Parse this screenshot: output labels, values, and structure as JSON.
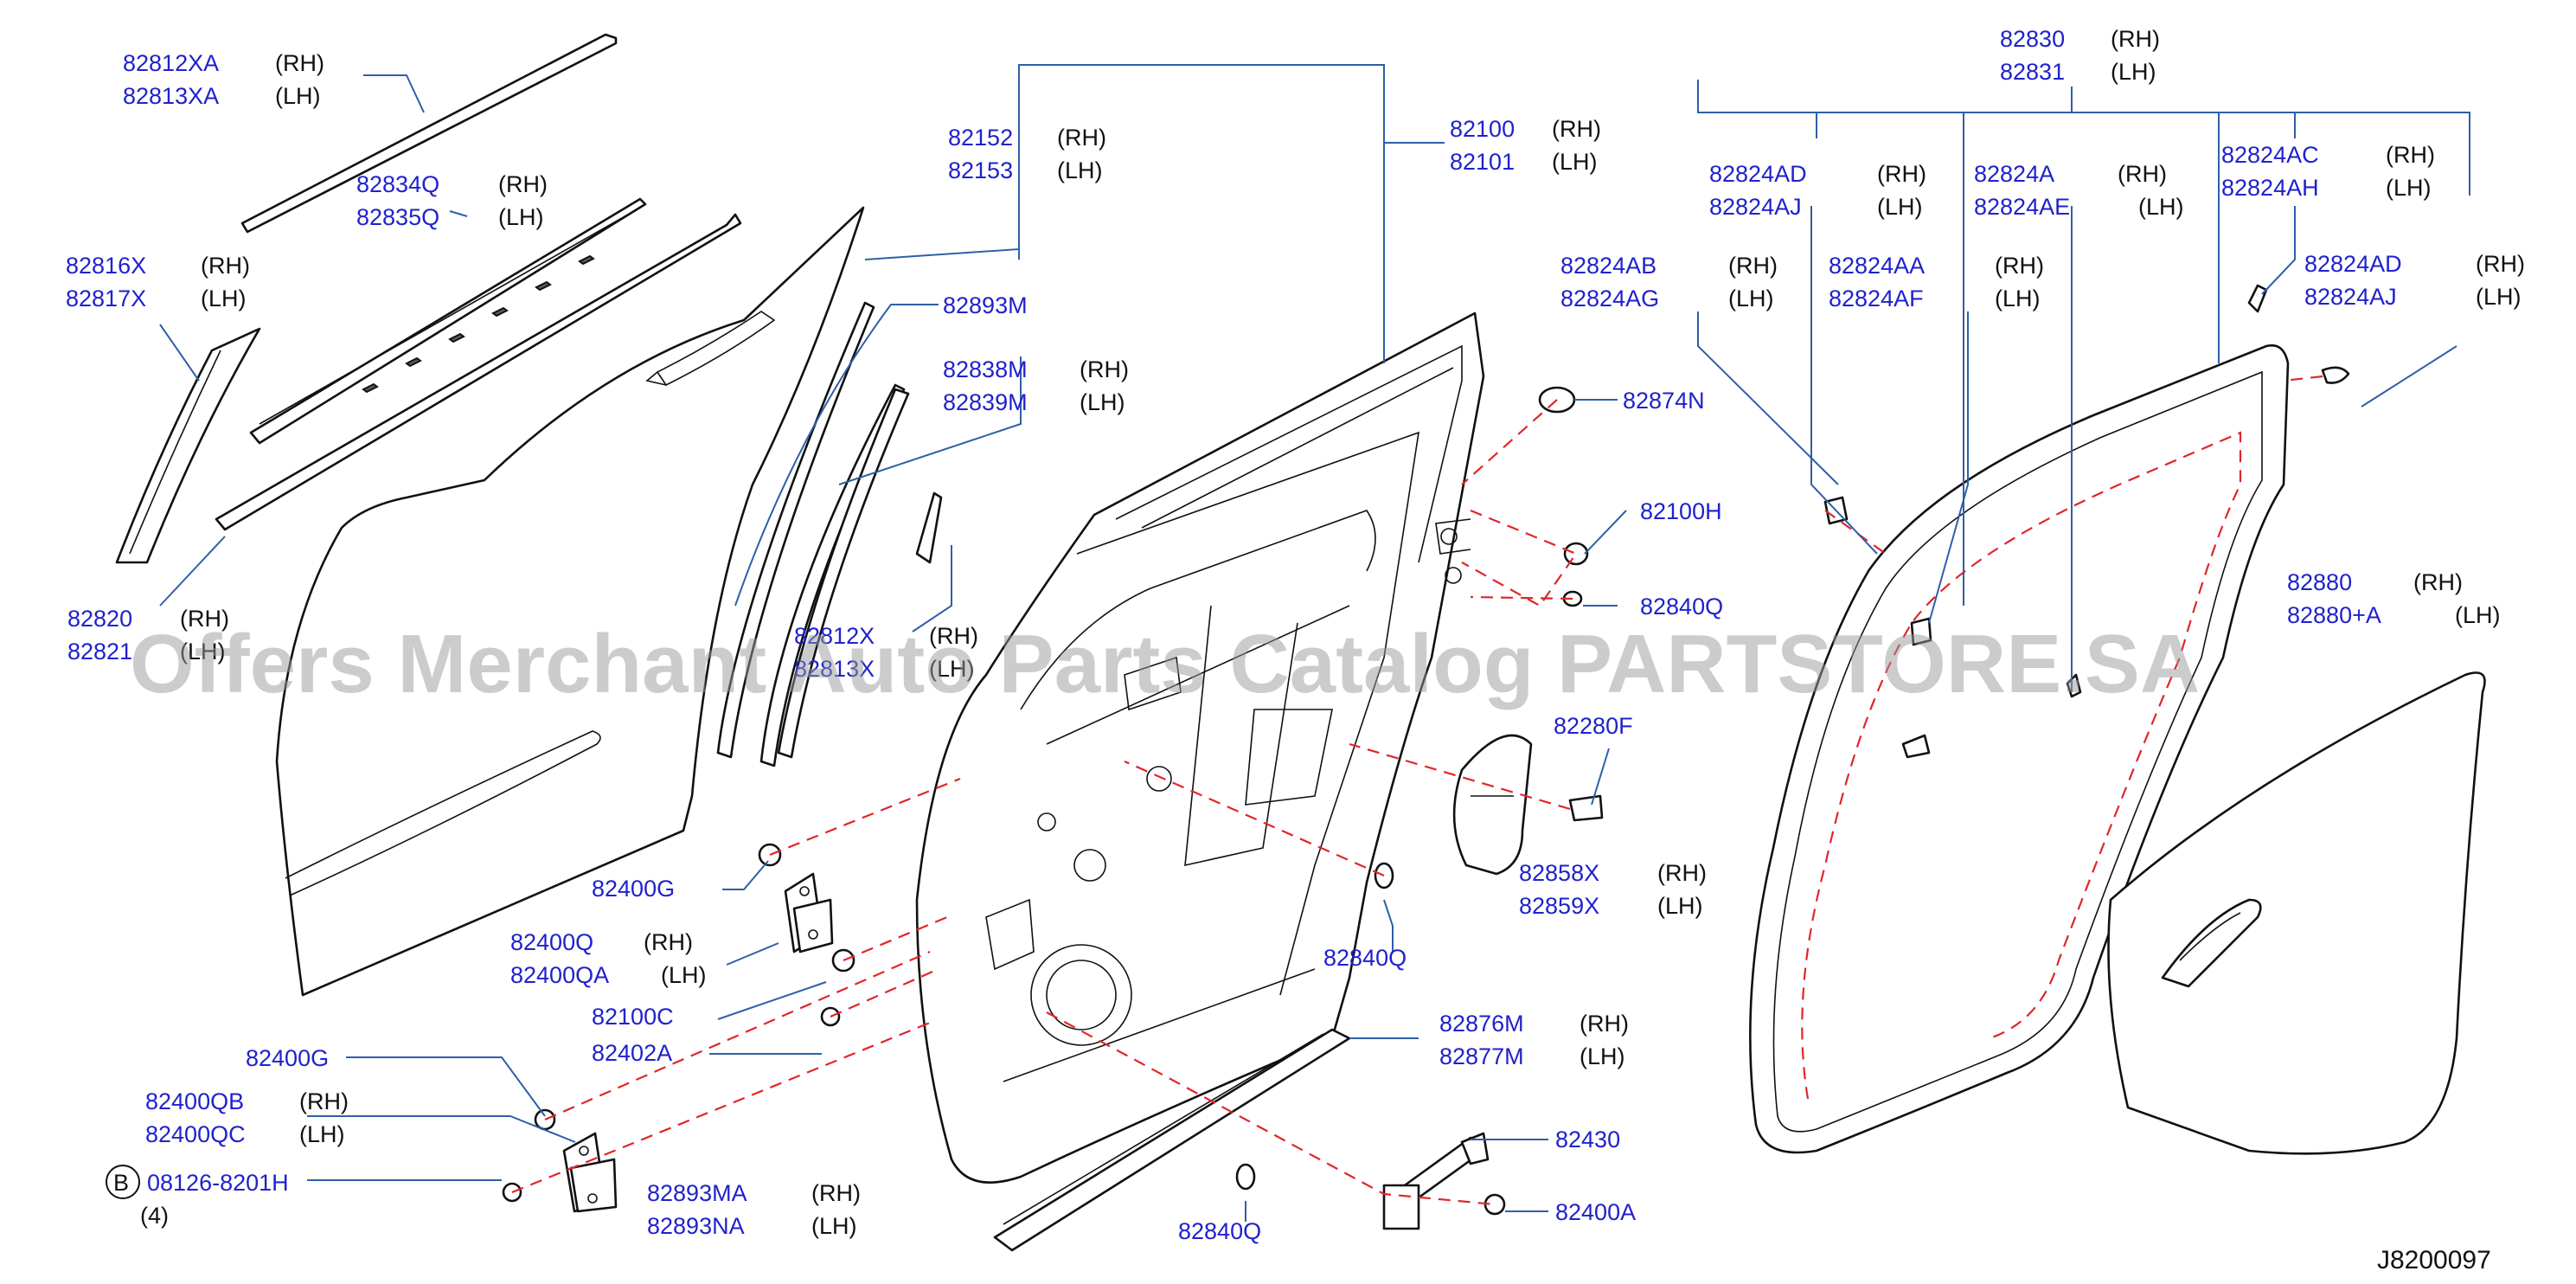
{
  "callouts": [
    {
      "id": "c1",
      "pn": [
        "82812XA",
        "82813XA"
      ],
      "side": [
        "(RH)",
        "(LH)"
      ]
    },
    {
      "id": "c2",
      "pn": [
        "82834Q",
        "82835Q"
      ],
      "side": [
        "(RH)",
        "(LH)"
      ]
    },
    {
      "id": "c3",
      "pn": [
        "82816X",
        "82817X"
      ],
      "side": [
        "(RH)",
        "(LH)"
      ]
    },
    {
      "id": "c4",
      "pn": [
        "82820",
        "82821"
      ],
      "side": [
        "(RH)",
        "(LH)"
      ]
    },
    {
      "id": "c5",
      "pn": [
        "82152",
        "82153"
      ],
      "side": [
        "(RH)",
        "(LH)"
      ]
    },
    {
      "id": "c6",
      "pn": [
        "82100",
        "82101"
      ],
      "side": [
        "(RH)",
        "(LH)"
      ]
    },
    {
      "id": "c7",
      "pn": [
        "82893M"
      ],
      "side": []
    },
    {
      "id": "c8",
      "pn": [
        "82838M",
        "82839M"
      ],
      "side": [
        "(RH)",
        "(LH)"
      ]
    },
    {
      "id": "c9",
      "pn": [
        "82812X",
        "82813X"
      ],
      "side": [
        "(RH)",
        "(LH)"
      ]
    },
    {
      "id": "c10",
      "pn": [
        "82874N"
      ],
      "side": []
    },
    {
      "id": "c11",
      "pn": [
        "82100H"
      ],
      "side": []
    },
    {
      "id": "c12",
      "pn": [
        "82840Q"
      ],
      "side": []
    },
    {
      "id": "c13",
      "pn": [
        "82280F"
      ],
      "side": []
    },
    {
      "id": "c14",
      "pn": [
        "82858X",
        "82859X"
      ],
      "side": [
        "(RH)",
        "(LH)"
      ]
    },
    {
      "id": "c15",
      "pn": [
        "82840Q"
      ],
      "side": []
    },
    {
      "id": "c16",
      "pn": [
        "82400G"
      ],
      "side": []
    },
    {
      "id": "c17",
      "pn": [
        "82400Q",
        "82400QA"
      ],
      "side": [
        "(RH)",
        "(LH)"
      ]
    },
    {
      "id": "c18",
      "pn": [
        "82100C"
      ],
      "side": []
    },
    {
      "id": "c19",
      "pn": [
        "82402A"
      ],
      "side": []
    },
    {
      "id": "c20",
      "pn": [
        "82876M",
        "82877M"
      ],
      "side": [
        "(RH)",
        "(LH)"
      ]
    },
    {
      "id": "c21",
      "pn": [
        "82400G"
      ],
      "side": []
    },
    {
      "id": "c22",
      "pn": [
        "82400QB",
        "82400QC"
      ],
      "side": [
        "(RH)",
        "(LH)"
      ]
    },
    {
      "id": "c23",
      "pn": [
        "08126-8201H"
      ],
      "side": [],
      "qty": "(4)",
      "prefix": "B"
    },
    {
      "id": "c24",
      "pn": [
        "82893MA",
        "82893NA"
      ],
      "side": [
        "(RH)",
        "(LH)"
      ]
    },
    {
      "id": "c25",
      "pn": [
        "82840Q"
      ],
      "side": []
    },
    {
      "id": "c26",
      "pn": [
        "82430"
      ],
      "side": []
    },
    {
      "id": "c27",
      "pn": [
        "82400A"
      ],
      "side": []
    },
    {
      "id": "c28",
      "pn": [
        "82830",
        "82831"
      ],
      "side": [
        "(RH)",
        "(LH)"
      ]
    },
    {
      "id": "c29",
      "pn": [
        "82824AD",
        "82824AJ"
      ],
      "side": [
        "(RH)",
        "(LH)"
      ]
    },
    {
      "id": "c30",
      "pn": [
        "82824A",
        "82824AE"
      ],
      "side": [
        "(RH)",
        "(LH)"
      ]
    },
    {
      "id": "c31",
      "pn": [
        "82824AC",
        "82824AH"
      ],
      "side": [
        "(RH)",
        "(LH)"
      ]
    },
    {
      "id": "c32",
      "pn": [
        "82824AB",
        "82824AG"
      ],
      "side": [
        "(RH)",
        "(LH)"
      ]
    },
    {
      "id": "c33",
      "pn": [
        "82824AA",
        "82824AF"
      ],
      "side": [
        "(RH)",
        "(LH)"
      ]
    },
    {
      "id": "c34",
      "pn": [
        "82824AD",
        "82824AJ"
      ],
      "side": [
        "(RH)",
        "(LH)"
      ]
    },
    {
      "id": "c35",
      "pn": [
        "82880",
        "82880+A"
      ],
      "side": [
        "(RH)",
        "(LH)"
      ]
    }
  ],
  "diagram_code": "J8200097",
  "watermark": "Offers Merchant Auto Parts Catalog PARTSTORE.SA",
  "colors": {
    "part_number": "#1f22cc",
    "leader": "#2f5fa8",
    "dashed": "#e0262a",
    "line": "#111111",
    "watermark": "#9a9a9a"
  }
}
